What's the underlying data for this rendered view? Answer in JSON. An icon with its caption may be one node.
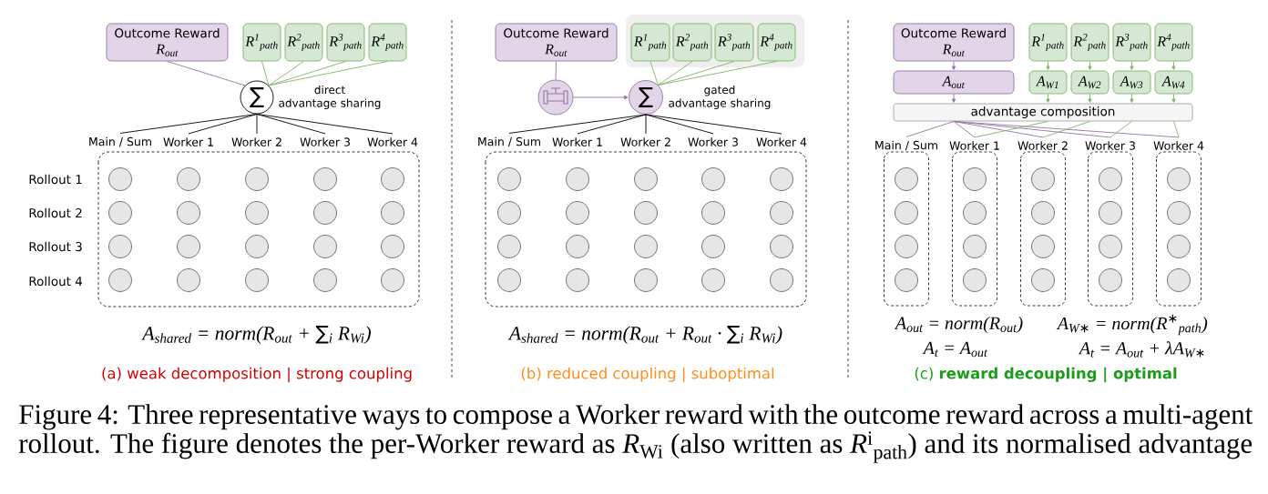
{
  "diagram": {
    "caption": "Figure 4: Three representative ways to compose a Worker reward with the outcome reward across a multi-agent rollout. The figure denotes the per-Worker reward as *R*$_{Wi}$ (also written as *R*$^{i}$$_{path}$) and its normalised advantage",
    "nodes": [
      {
        "text": [
          "Outcome Reward",
          "R$_{out}$"
        ]
      },
      {
        "text": [
          "R$^{1}$$_{path}$"
        ]
      },
      {
        "text": [
          "R$^{2}$$_{path}$"
        ]
      },
      {
        "text": [
          "R$^{3}$$_{path}$"
        ]
      },
      {
        "text": [
          "R$^{4}$$_{path}$"
        ]
      },
      {
        "text": [
          "∑"
        ],
        "beside": [
          "direct advantage sharing"
        ]
      },
      {
        "text": [
          "Main / Sum"
        ]
      },
      {
        "text": [
          "Worker 1"
        ]
      },
      {
        "text": [
          "Worker 2"
        ]
      },
      {
        "text": [
          "Worker 3"
        ]
      },
      {
        "text": [
          "Worker 4"
        ]
      },
      {
        "text": [
          "Outcome Reward",
          "R$_{out}$"
        ]
      },
      {
        "text": [],
        "shape": "box"
      },
      {
        "text": [
          "R$^{1}$$_{path}$"
        ],
        "in": 12
      },
      {
        "text": [
          "R$^{2}$$_{path}$"
        ],
        "in": 12
      },
      {
        "text": [
          "R$^{3}$$_{path}$"
        ],
        "in": 12
      },
      {
        "text": [
          "R$^{4}$$_{path}$"
        ],
        "in": 12
      },
      {
        "text": [],
        "shape": "circle"
      },
      {
        "text": [
          "∑"
        ],
        "beside": [
          "gated advantage sharing"
        ]
      },
      {
        "text": [
          "Main / Sum"
        ]
      },
      {
        "text": [
          "Worker 1"
        ]
      },
      {
        "text": [
          "Worker 2"
        ]
      },
      {
        "text": [
          "Worker 3"
        ]
      },
      {
        "text": [
          "Worker 4"
        ]
      },
      {
        "text": [
          "Outcome Reward",
          "R$_{out}$"
        ]
      },
      {
        "text": [
          "R$^{1}$$_{path}$"
        ]
      },
      {
        "text": [
          "R$^{2}$$_{path}$"
        ]
      },
      {
        "text": [
          "R$^{3}$$_{path}$"
        ]
      },
      {
        "text": [
          "R$^{4}$$_{path}$"
        ]
      },
      {
        "text": [
          "A$_{out}$"
        ]
      },
      {
        "text": [
          "A$_{W1}$"
        ]
      },
      {
        "text": [
          "A$_{W2}$"
        ]
      },
      {
        "text": [
          "A$_{W3}$"
        ]
      },
      {
        "text": [
          "A$_{W4}$"
        ]
      },
      {
        "text": [
          "advantage composition"
        ]
      },
      {
        "text": [
          "Main / Sum"
        ]
      },
      {
        "text": [
          "Worker 1"
        ]
      },
      {
        "text": [
          "Worker 2"
        ]
      },
      {
        "text": [
          "Worker 3"
        ]
      },
      {
        "text": [
          "Worker 4"
        ]
      }
    ],
    "edges": [
      {
        "from": 0,
        "to": 5,
        "arrow": "none",
        "color": "#9673a6"
      },
      {
        "from": 1,
        "to": 5,
        "arrow": "none",
        "color": "#82b366"
      },
      {
        "from": 2,
        "to": 5,
        "arrow": "none",
        "color": "#82b366"
      },
      {
        "from": 3,
        "to": 5,
        "arrow": "none",
        "color": "#82b366"
      },
      {
        "from": 4,
        "to": 5,
        "arrow": "none",
        "color": "#82b366"
      },
      {
        "from": 5,
        "to": 6,
        "arrow": "none",
        "color": "#000000"
      },
      {
        "from": 5,
        "to": 7,
        "arrow": "none",
        "color": "#000000"
      },
      {
        "from": 5,
        "to": 8,
        "arrow": "none",
        "color": "#000000"
      },
      {
        "from": 5,
        "to": 9,
        "arrow": "none",
        "color": "#000000"
      },
      {
        "from": 5,
        "to": 10,
        "arrow": "none",
        "color": "#000000"
      },
      {
        "from": 11,
        "to": 17,
        "arrow": "none",
        "color": "#9673a6"
      },
      {
        "from": 17,
        "to": 18,
        "arrow": "to",
        "color": "#9673a6"
      },
      {
        "from": 13,
        "to": 18,
        "arrow": "none",
        "color": "#82b366"
      },
      {
        "from": 14,
        "to": 18,
        "arrow": "none",
        "color": "#82b366"
      },
      {
        "from": 15,
        "to": 18,
        "arrow": "none",
        "color": "#82b366"
      },
      {
        "from": 16,
        "to": 18,
        "arrow": "none",
        "color": "#82b366"
      },
      {
        "from": 18,
        "to": 19,
        "arrow": "none",
        "color": "#000000"
      },
      {
        "from": 18,
        "to": 20,
        "arrow": "none",
        "color": "#000000"
      },
      {
        "from": 18,
        "to": 21,
        "arrow": "none",
        "color": "#000000"
      },
      {
        "from": 18,
        "to": 22,
        "arrow": "none",
        "color": "#000000"
      },
      {
        "from": 18,
        "to": 23,
        "arrow": "none",
        "color": "#000000"
      },
      {
        "from": 24,
        "to": 29,
        "arrow": "to",
        "color": "#9673a6"
      },
      {
        "from": 25,
        "to": 30,
        "arrow": "to",
        "color": "#82b366"
      },
      {
        "from": 26,
        "to": 31,
        "arrow": "to",
        "color": "#82b366"
      },
      {
        "from": 27,
        "to": 32,
        "arrow": "to",
        "color": "#82b366"
      },
      {
        "from": 28,
        "to": 33,
        "arrow": "to",
        "color": "#82b366"
      },
      {
        "from": 29,
        "to": 34,
        "arrow": "to",
        "color": "#9673a6"
      },
      {
        "from": 30,
        "to": 34,
        "arrow": "to",
        "color": "#82b366"
      },
      {
        "from": 31,
        "to": 34,
        "arrow": "to",
        "color": "#82b366"
      },
      {
        "from": 32,
        "to": 34,
        "arrow": "to",
        "color": "#82b366"
      },
      {
        "from": 33,
        "to": 34,
        "arrow": "to",
        "color": "#82b366"
      },
      {
        "from": 34,
        "to": 35,
        "arrow": "none",
        "color": "#9673a6"
      },
      {
        "from": 34,
        "to": 36,
        "arrow": "none",
        "color": "#9673a6"
      },
      {
        "from": 34,
        "to": 37,
        "arrow": "none",
        "color": "#9673a6"
      },
      {
        "from": 34,
        "to": 38,
        "arrow": "none",
        "color": "#9673a6"
      },
      {
        "from": 34,
        "to": 39,
        "arrow": "none",
        "color": "#9673a6"
      },
      {
        "from": 34,
        "to": 36,
        "arrow": "none",
        "color": "#82b366"
      },
      {
        "from": 34,
        "to": 37,
        "arrow": "none",
        "color": "#82b366"
      },
      {
        "from": 34,
        "to": 38,
        "arrow": "none",
        "color": "#82b366"
      },
      {
        "from": 34,
        "to": 39,
        "arrow": "none",
        "color": "#82b366"
      }
    ],
    "labels": [
      "Rollout 1",
      "Rollout 2",
      "Rollout 3",
      "Rollout 4",
      "A$_{shared}$ = norm(R$_{out}$ + ∑$_{i}$ R$_{Wi}$)",
      "A$_{shared}$ = norm(R$_{out}$ + R$_{out}$ · ∑$_{i}$ R$_{Wi}$)",
      "A$_{out}$ = norm(R$_{out}$)",
      "A$_{W∗}$ = norm(R$^{∗}$$_{path}$)",
      "A$_{t}$ = A$_{out}$",
      "A$_{t}$ = A$_{out}$ + λA$_{W∗}$",
      "(a) weak decomposition | strong coupling",
      "(b) reduced coupling | suboptimal",
      "(c) **reward decoupling | optimal**"
    ]
  }
}
